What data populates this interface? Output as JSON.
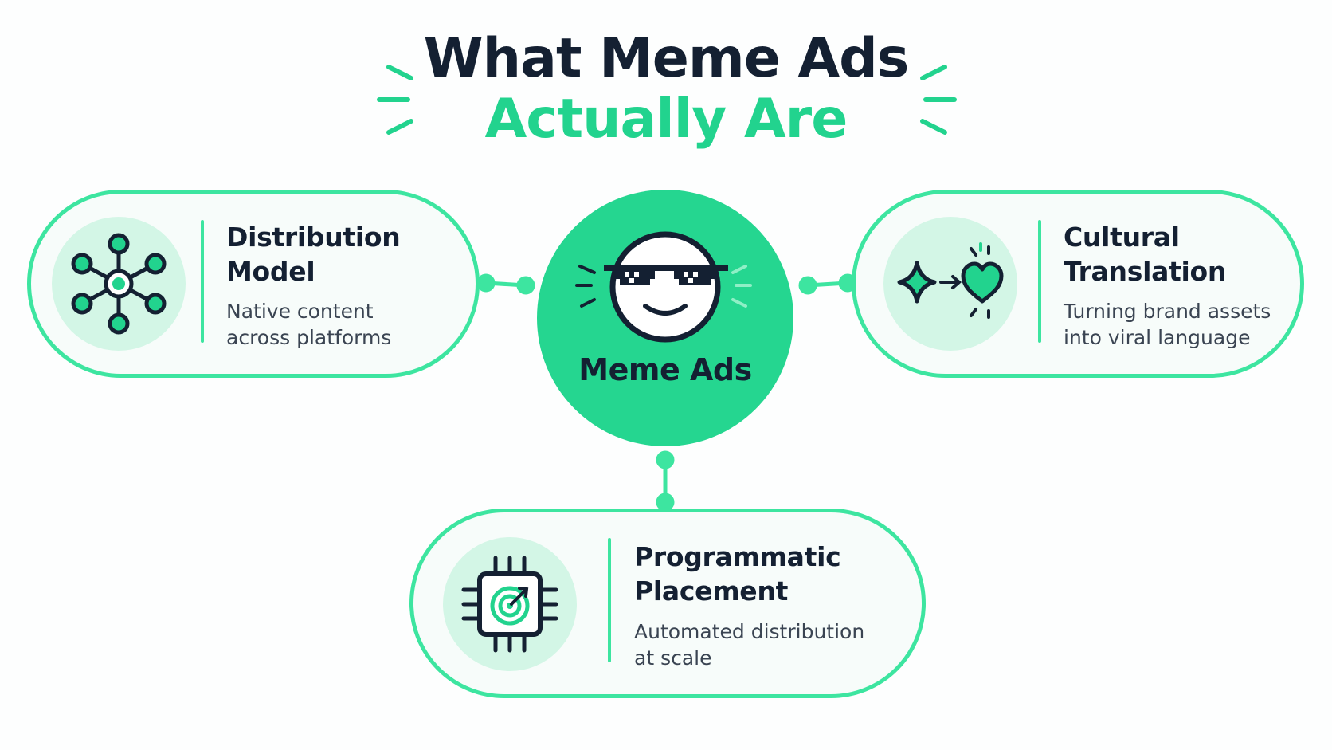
{
  "title": {
    "line1": "What Meme Ads",
    "line2": "Actually Are"
  },
  "center": {
    "label": "Meme Ads",
    "icon": "sunglasses-smiley-icon"
  },
  "cards": [
    {
      "title_line1": "Distribution",
      "title_line2": "Model",
      "desc_line1": "Native content",
      "desc_line2": "across platforms",
      "icon": "network-hub-icon"
    },
    {
      "title_line1": "Cultural",
      "title_line2": "Translation",
      "desc_line1": "Turning brand assets",
      "desc_line2": "into viral language",
      "icon": "sparkle-to-heart-icon"
    },
    {
      "title_line1": "Programmatic",
      "title_line2": "Placement",
      "desc_line1": "Automated distribution",
      "desc_line2": "at scale",
      "icon": "chip-target-icon"
    }
  ],
  "colors": {
    "accent": "#22d38e",
    "accent_light": "#d3f6e6",
    "border": "#3de5a0",
    "dark_text": "#142032"
  }
}
